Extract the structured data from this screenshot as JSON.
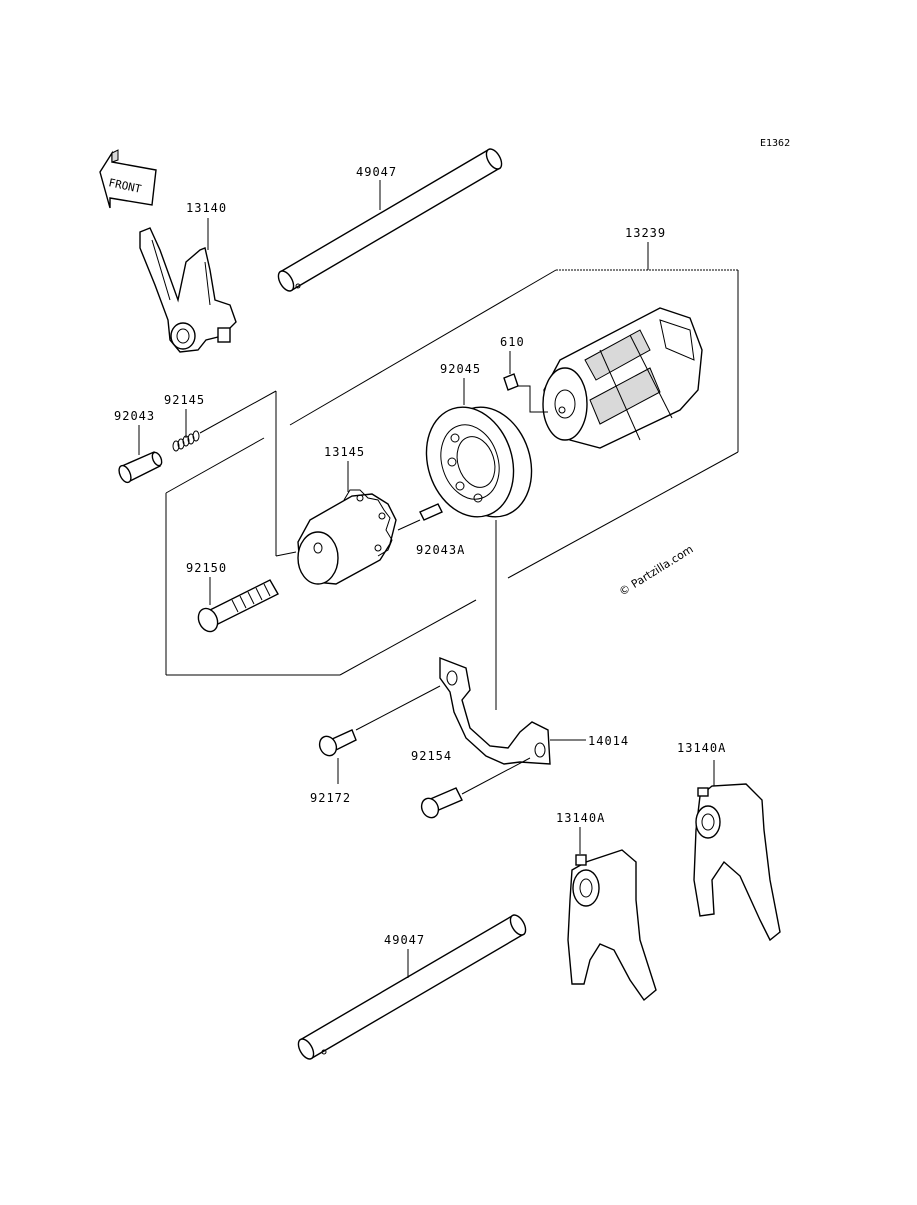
{
  "diagram_code": "E1362",
  "front_label": "FRONT",
  "watermark": "© Partzilla.com",
  "footer": "",
  "parts": {
    "p13140": "13140",
    "p49047_top": "49047",
    "p13239": "13239",
    "p610": "610",
    "p92045": "92045",
    "p92145": "92145",
    "p92043": "92043",
    "p13145": "13145",
    "p92043a": "92043A",
    "p92150": "92150",
    "p14014": "14014",
    "p92154": "92154",
    "p92172": "92172",
    "p13140a_right": "13140A",
    "p13140a_mid": "13140A",
    "p49047_bottom": "49047"
  }
}
